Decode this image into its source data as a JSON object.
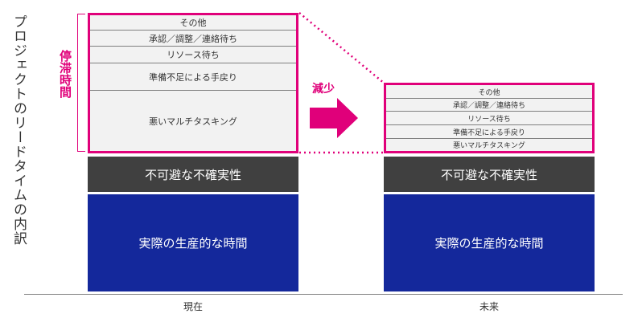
{
  "colors": {
    "accent": "#e0007a",
    "uncertainty": "#404040",
    "productive": "#14289b"
  },
  "y_axis_label": "プロジェクトのリードタイムの内訳",
  "stall_label": "停滞時間",
  "reduction_label": "減少",
  "columns": [
    {
      "label": "現在",
      "waiting": [
        "その他",
        "承認／調整／連絡待ち",
        "リソース待ち",
        "準備不足による手戻り",
        "悪いマルチタスキング"
      ],
      "uncertainty": "不可避な不確実性",
      "productive": "実際の生産的な時間"
    },
    {
      "label": "未来",
      "waiting": [
        "その他",
        "承認／調整／連絡待ち",
        "リソース待ち",
        "準備不足による手戻り",
        "悪いマルチタスキング"
      ],
      "uncertainty": "不可避な不確実性",
      "productive": "実際の生産的な時間"
    }
  ]
}
